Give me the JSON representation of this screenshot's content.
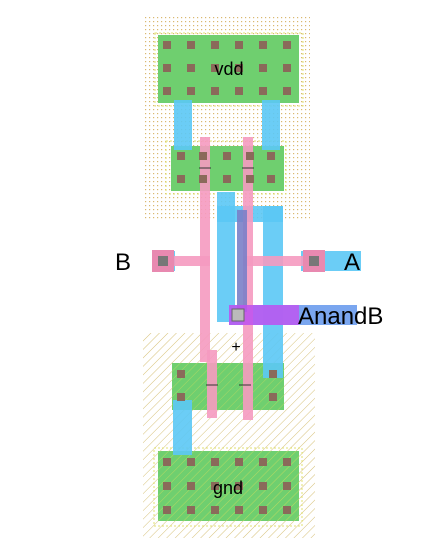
{
  "labels": {
    "vdd": "vdd",
    "gnd": "gnd",
    "input_a": "A",
    "input_b": "B",
    "output": "AnandB",
    "origin_marker": "+"
  },
  "colors": {
    "nwell_dots": "#e8c060",
    "diffusion": "#66cc66",
    "diffusion_border": "#dddd44",
    "metal1": "#5bc8f5",
    "poly": "#f59ac0",
    "metal2": "#c050f0",
    "via": "#9a9a9a",
    "contact": "#8a6a5a",
    "hatch": "#d8c070"
  }
}
